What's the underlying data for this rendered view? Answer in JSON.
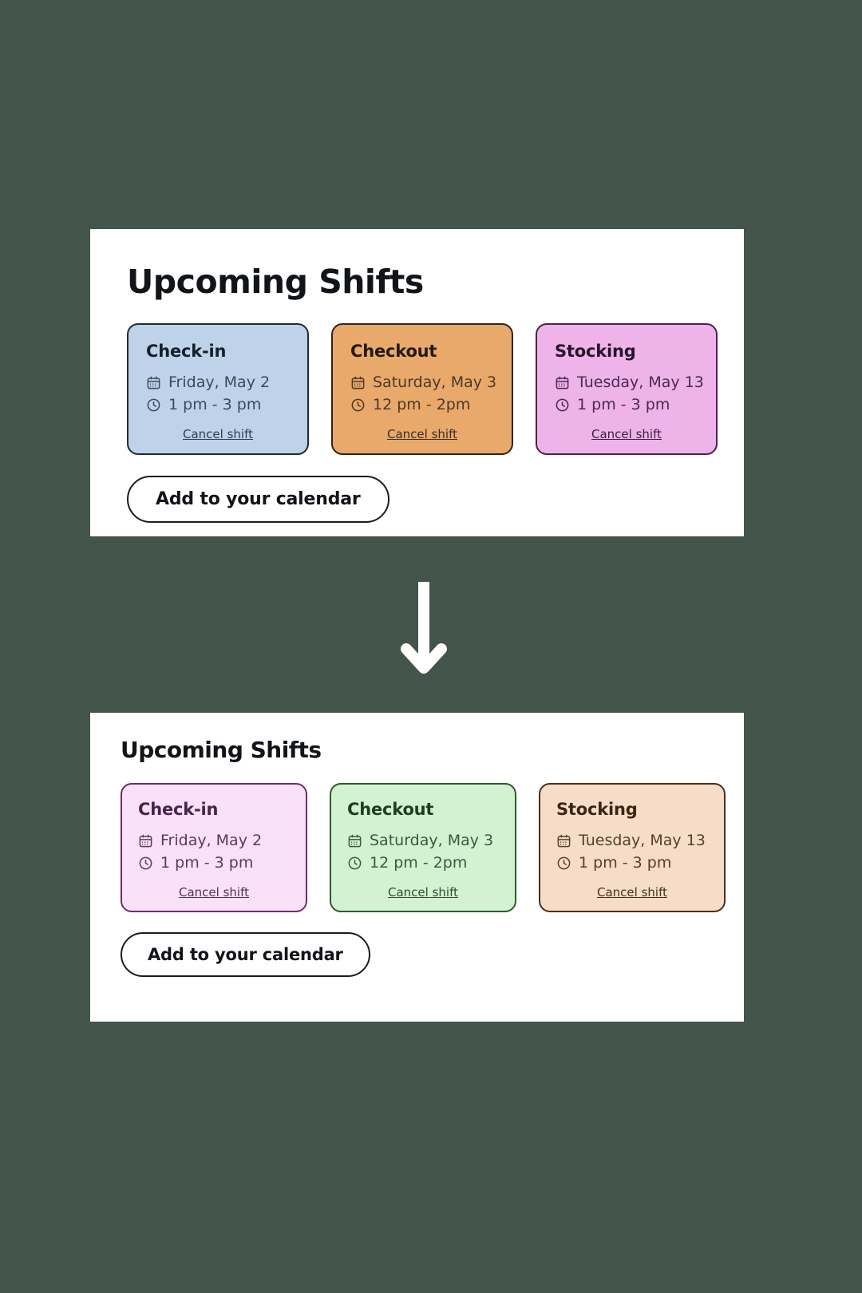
{
  "theme": {
    "background": "#43544a",
    "panel_background": "#ffffff",
    "text": "#111418",
    "arrow_color": "#ffffff"
  },
  "arrow": {
    "icon": "arrow-down-icon",
    "direction": "down"
  },
  "panels": [
    {
      "id": "before",
      "title": "Upcoming Shifts",
      "button_label": "Add to your calendar",
      "cards": [
        {
          "title": "Check-in",
          "date": "Friday, May 2",
          "time": "1 pm - 3 pm",
          "cancel_label": "Cancel shift",
          "date_icon": "calendar-icon",
          "time_icon": "clock-icon",
          "bg": "#bed3e9",
          "border": "#1f2a33",
          "title_color": "#16202b",
          "text_color": "#3b4a58",
          "link_color": "#2f3d4b"
        },
        {
          "title": "Checkout",
          "date": "Saturday, May 3",
          "time": "12 pm - 2pm",
          "cancel_label": "Cancel shift",
          "date_icon": "calendar-icon",
          "time_icon": "clock-icon",
          "bg": "#e8a96b",
          "border": "#2e2418",
          "title_color": "#231a0f",
          "text_color": "#4a3a25",
          "link_color": "#3b2e1d"
        },
        {
          "title": "Stocking",
          "date": "Tuesday, May 13",
          "time": "1 pm - 3 pm",
          "cancel_label": "Cancel shift",
          "date_icon": "calendar-icon",
          "time_icon": "clock-icon",
          "bg": "#eeb4ea",
          "border": "#4b2348",
          "title_color": "#2a1229",
          "text_color": "#4a2a48",
          "link_color": "#3d213b"
        }
      ]
    },
    {
      "id": "after",
      "title": "Upcoming Shifts",
      "button_label": "Add to your calendar",
      "cards": [
        {
          "title": "Check-in",
          "date": "Friday, May 2",
          "time": "1 pm - 3 pm",
          "cancel_label": "Cancel shift",
          "date_icon": "calendar-icon",
          "time_icon": "clock-icon",
          "bg": "#f9e1f9",
          "border": "#6b2f68",
          "title_color": "#4a2348",
          "text_color": "#5c3a5a",
          "link_color": "#553152"
        },
        {
          "title": "Checkout",
          "date": "Saturday, May 3",
          "time": "12 pm - 2pm",
          "cancel_label": "Cancel shift",
          "date_icon": "calendar-icon",
          "time_icon": "clock-icon",
          "bg": "#d3f2d2",
          "border": "#2c5c2c",
          "title_color": "#1f3d20",
          "text_color": "#3a5a3a",
          "link_color": "#2f4f2f"
        },
        {
          "title": "Stocking",
          "date": "Tuesday, May 13",
          "time": "1 pm - 3 pm",
          "cancel_label": "Cancel shift",
          "date_icon": "calendar-icon",
          "time_icon": "clock-icon",
          "bg": "#f6ddc8",
          "border": "#4a2f1c",
          "title_color": "#3a2617",
          "text_color": "#54402d",
          "link_color": "#45301f"
        }
      ]
    }
  ]
}
